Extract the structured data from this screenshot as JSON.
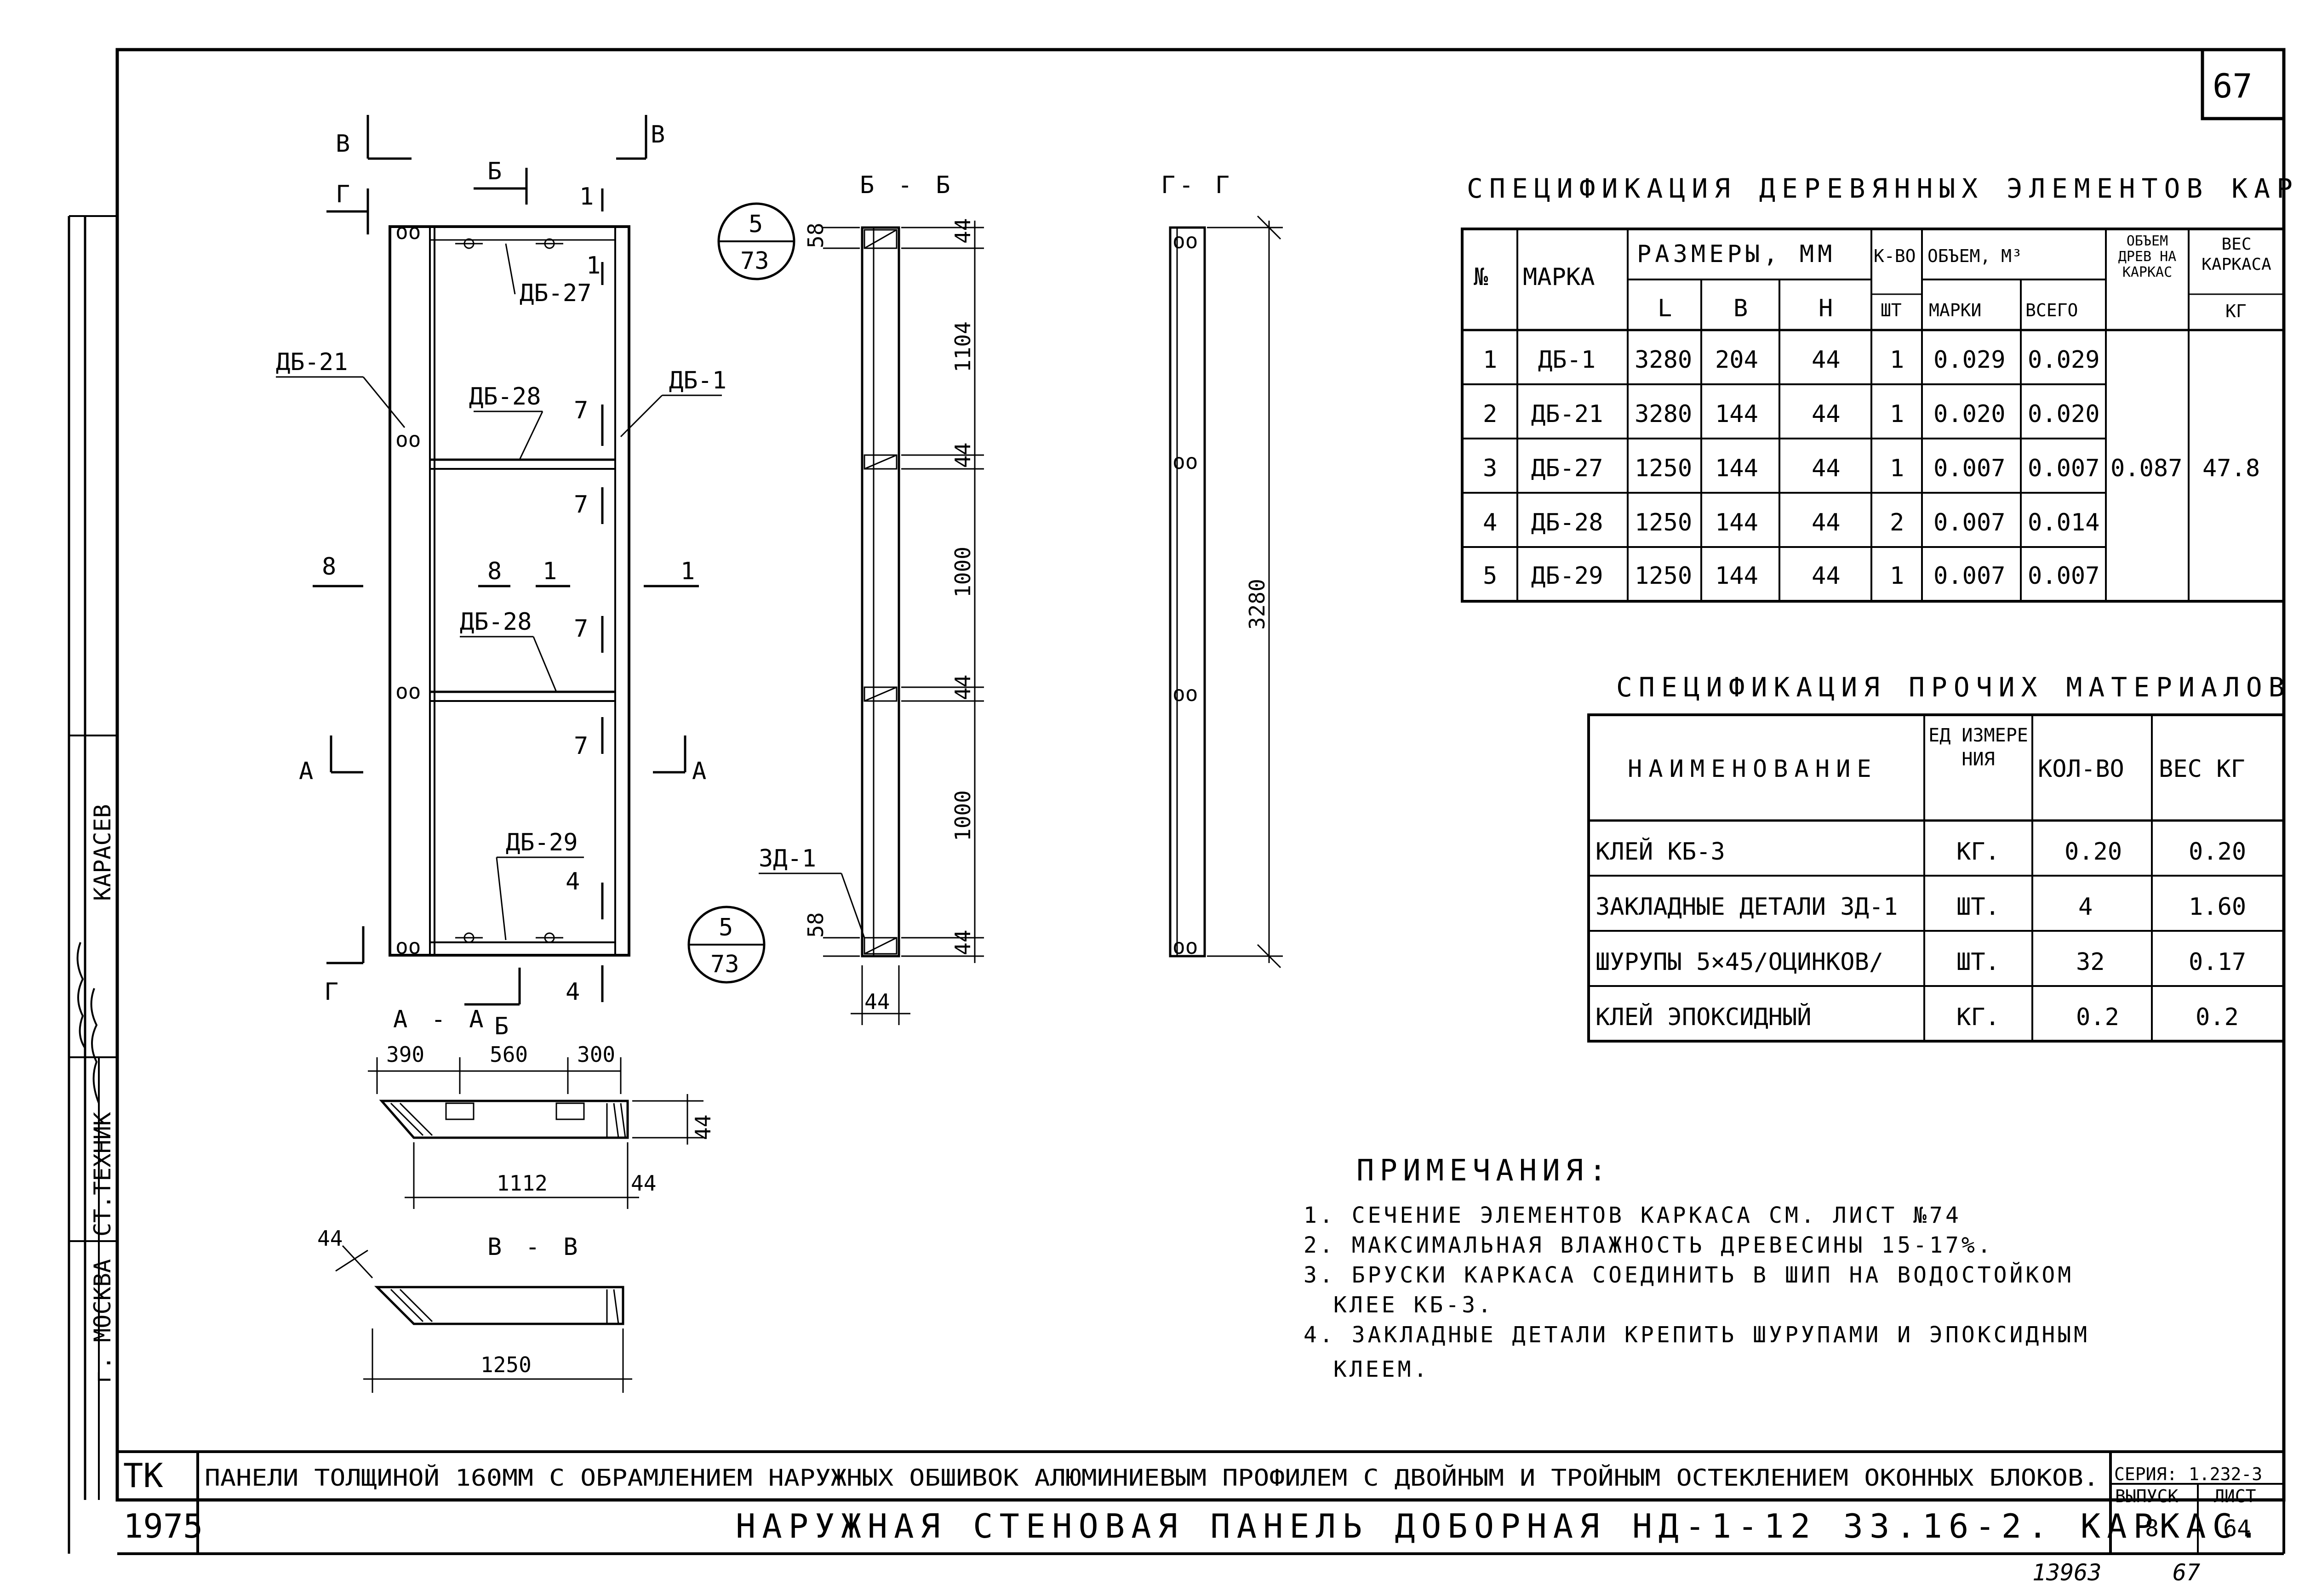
{
  "page_number": "67",
  "bottom_numbers": {
    "archive": "13963",
    "page": "67"
  },
  "spec_wood": {
    "title": "СПЕЦИФИКАЦИЯ ДЕРЕВЯННЫХ ЭЛЕМЕНТОВ КАРКАСА",
    "headers": {
      "no": "№",
      "mark": "МАРКА",
      "sizes": "РАЗМЕРЫ, ММ",
      "L": "L",
      "B": "B",
      "H": "H",
      "qty": "К-ВО",
      "qty_unit": "ШТ",
      "volume": "ОБЪЕМ, М³",
      "vol_mark": "МАРКИ",
      "vol_total": "ВСЕГО",
      "vol_wood": "ОБЪЕМ ДРЕВ НА КАРКАС",
      "weight": "ВЕС КАРКАСА",
      "weight_unit": "КГ"
    },
    "rows": [
      {
        "no": "1",
        "mark": "ДБ-1",
        "L": "3280",
        "B": "204",
        "H": "44",
        "qty": "1",
        "vol_mark": "0.029",
        "vol_total": "0.029"
      },
      {
        "no": "2",
        "mark": "ДБ-21",
        "L": "3280",
        "B": "144",
        "H": "44",
        "qty": "1",
        "vol_mark": "0.020",
        "vol_total": "0.020"
      },
      {
        "no": "3",
        "mark": "ДБ-27",
        "L": "1250",
        "B": "144",
        "H": "44",
        "qty": "1",
        "vol_mark": "0.007",
        "vol_total": "0.007"
      },
      {
        "no": "4",
        "mark": "ДБ-28",
        "L": "1250",
        "B": "144",
        "H": "44",
        "qty": "2",
        "vol_mark": "0.007",
        "vol_total": "0.014"
      },
      {
        "no": "5",
        "mark": "ДБ-29",
        "L": "1250",
        "B": "144",
        "H": "44",
        "qty": "1",
        "vol_mark": "0.007",
        "vol_total": "0.007"
      }
    ],
    "vol_wood_total": "0.087",
    "weight_total": "47.8"
  },
  "spec_other": {
    "title": "СПЕЦИФИКАЦИЯ ПРОЧИХ МАТЕРИАЛОВ",
    "headers": {
      "name": "НАИМЕНОВАНИЕ",
      "unit": "ЕД ИЗМЕРЕНИЯ",
      "qty": "КОЛ-ВО",
      "weight": "ВЕС КГ"
    },
    "rows": [
      {
        "name": "КЛЕЙ КБ-3",
        "unit": "КГ.",
        "qty": "0.20",
        "weight": "0.20"
      },
      {
        "name": "ЗАКЛАДНЫЕ ДЕТАЛИ ЗД-1",
        "unit": "ШТ.",
        "qty": "4",
        "weight": "1.60"
      },
      {
        "name": "ШУРУПЫ 5×45/ОЦИНКОВ/",
        "unit": "ШТ.",
        "qty": "32",
        "weight": "0.17"
      },
      {
        "name": "КЛЕЙ ЭПОКСИДНЫЙ",
        "unit": "КГ.",
        "qty": "0.2",
        "weight": "0.2"
      }
    ]
  },
  "notes": {
    "title": "ПРИМЕЧАНИЯ:",
    "items": [
      "1. СЕЧЕНИЕ ЭЛЕМЕНТОВ КАРКАСА СМ. ЛИСТ №74",
      "2. МАКСИМАЛЬНАЯ ВЛАЖНОСТЬ ДРЕВЕСИНЫ 15-17%.",
      "3. БРУСКИ КАРКАСА СОЕДИНИТЬ В ШИП НА ВОДОСТОЙКОМ",
      "КЛЕЕ КБ-3.",
      "4. ЗАКЛАДНЫЕ ДЕТАЛИ КРЕПИТЬ ШУРУПАМИ И ЭПОКСИДНЫМ",
      "КЛЕЕМ."
    ]
  },
  "title_block": {
    "org": "ТК",
    "year": "1975",
    "description": "ПАНЕЛИ ТОЛЩИНОЙ 160ММ С ОБРАМЛЕНИЕМ НАРУЖНЫХ ОБШИВОК АЛЮМИНИЕВЫМ ПРОФИЛЕМ С ДВОЙНЫМ И ТРОЙНЫМ ОСТЕКЛЕНИЕМ ОКОННЫХ БЛОКОВ.",
    "series_label": "СЕРИЯ:",
    "series": "1.232-3",
    "name": "НАРУЖНАЯ СТЕНОВАЯ ПАНЕЛЬ ДОБОРНАЯ НД-1-12 33.16-2. КАРКАС.",
    "issue_label": "ВЫПУСК",
    "issue": "8",
    "sheet_label": "ЛИСТ",
    "sheet": "64"
  },
  "side_stamp": {
    "city": "г. МОСКВА",
    "role": "СТ.ТЕХНИК",
    "surname": "КАРАСЕВ"
  },
  "drawing": {
    "elevation_labels": {
      "db27": "ДБ-27",
      "db21": "ДБ-21",
      "db1": "ДБ-1",
      "db28a": "ДБ-28",
      "db28b": "ДБ-28",
      "db29": "ДБ-29",
      "cut_v": "В",
      "cut_b": "Б",
      "cut_g": "Г",
      "cut_a": "А",
      "n1": "1",
      "n7": "7",
      "n8": "8",
      "n4": "4"
    },
    "callout_top": {
      "num": "5",
      "sheet": "73"
    },
    "callout_bottom": {
      "num": "5",
      "sheet": "73"
    },
    "section_bb": {
      "title": "Б - Б",
      "dims": [
        "44",
        "1104",
        "44",
        "1000",
        "44",
        "1000",
        "44"
      ],
      "d58a": "58",
      "d58b": "58",
      "zd": "ЗД-1",
      "w44": "44"
    },
    "section_gg": {
      "title": "Г- Г",
      "length": "3280"
    },
    "section_aa": {
      "title": "А - А",
      "dims": [
        "390",
        "560",
        "300"
      ],
      "width": "1112",
      "h44": "44",
      "s44": "44"
    },
    "section_vv": {
      "title": "В - В",
      "width": "1250",
      "d44": "44"
    }
  }
}
